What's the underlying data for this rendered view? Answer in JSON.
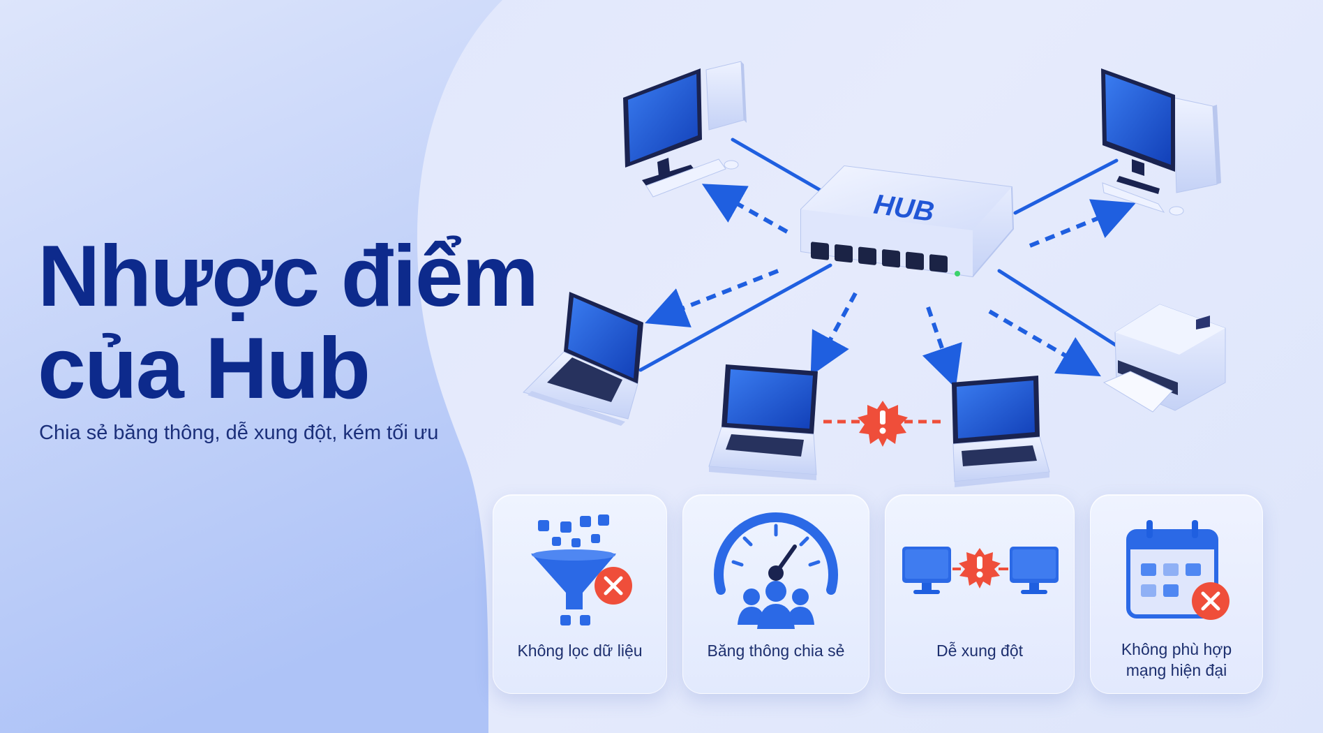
{
  "title_line1": "Nhược điểm",
  "title_line2": "của Hub",
  "subtitle": "Chia sẻ băng thông, dễ xung đột, kém tối ưu",
  "hub_label": "HUB",
  "colors": {
    "title": "#0d2a8c",
    "accent_blue": "#1f5fe0",
    "alert_red": "#ef4e3a",
    "background": "#e3e9fc"
  },
  "devices": [
    {
      "name": "desktop-computer",
      "icon": "desktop-icon"
    },
    {
      "name": "desktop-computer",
      "icon": "desktop-icon"
    },
    {
      "name": "laptop",
      "icon": "laptop-icon"
    },
    {
      "name": "laptop",
      "icon": "laptop-icon"
    },
    {
      "name": "laptop",
      "icon": "laptop-icon"
    },
    {
      "name": "printer",
      "icon": "printer-icon"
    }
  ],
  "cards": [
    {
      "label": "Không lọc dữ liệu",
      "icon": "funnel-x-icon"
    },
    {
      "label": "Băng thông chia sẻ",
      "icon": "gauge-users-icon"
    },
    {
      "label": "Dễ xung đột",
      "icon": "computers-conflict-icon"
    },
    {
      "label_line1": "Không phù hợp",
      "label_line2": "mạng hiện đại",
      "icon": "calendar-x-icon"
    }
  ]
}
